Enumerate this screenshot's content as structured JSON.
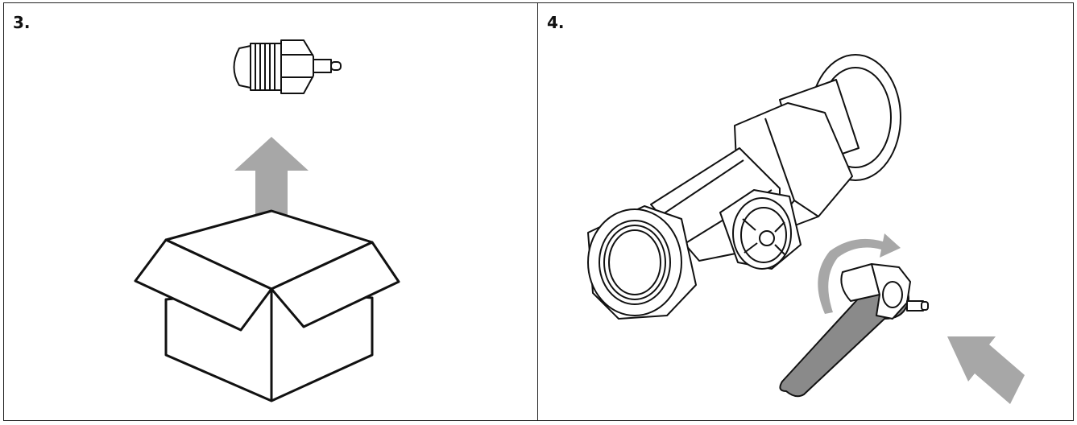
{
  "panels": [
    {
      "step": "3.",
      "elements": [
        "valve-insert",
        "lift-arrow",
        "open-box"
      ]
    },
    {
      "step": "4.",
      "elements": [
        "valve-body",
        "valve-insert",
        "spanner",
        "rotation-arrow",
        "insert-arrow"
      ]
    }
  ],
  "colors": {
    "line": "#111111",
    "arrow": "#a7a7a7",
    "background": "#ffffff",
    "frame": "#222222"
  }
}
